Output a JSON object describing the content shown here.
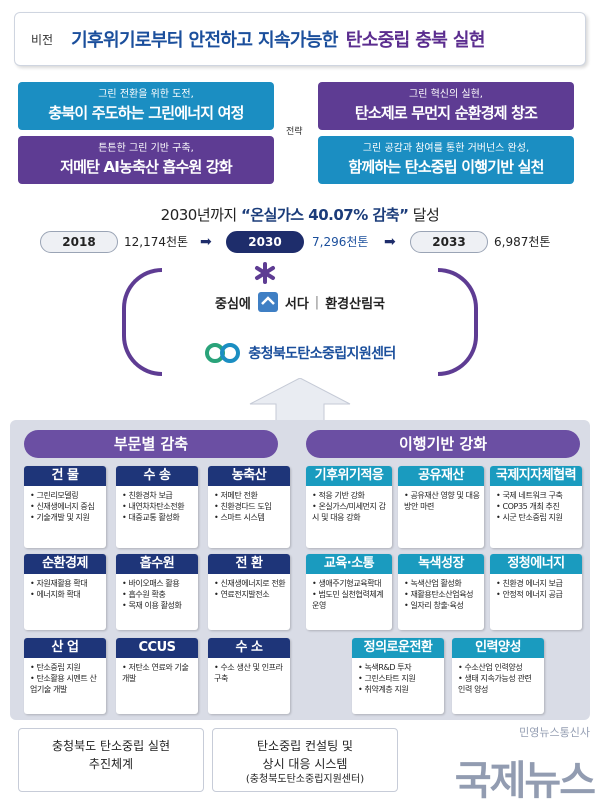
{
  "vision": {
    "tag": "비전",
    "main": "기후위기로부터 안전하고 지속가능한",
    "accent": "탄소중립 충북 실현"
  },
  "strategies": [
    {
      "sub": "그린 전환을 위한 도전,",
      "title": "충북이 주도하는 그린에너지 여정",
      "color": "#1b8ec2"
    },
    {
      "sub": "그린 혁신의 실현,",
      "title": "탄소제로 무먼지 순환경제 창조",
      "color": "#5e3c93"
    },
    {
      "sub": "튼튼한 그린 기반 구축,",
      "title": "저메탄 AI농축산 흡수원 강화",
      "color": "#5e3c93"
    },
    {
      "sub": "그린 공감과 참여를 통한 거버넌스 완성,",
      "title": "함께하는 탄소중립 이행기반 실천",
      "color": "#1b8ec2"
    }
  ],
  "strategy_label": "전략",
  "goal": {
    "pre": "2030년까지",
    "highlight": "“온실가스 40.07% 감축”",
    "post": "달성"
  },
  "timeline": [
    {
      "year": "2018",
      "value": "12,174천톤"
    },
    {
      "year": "2030",
      "value": "7,296천톤"
    },
    {
      "year": "2033",
      "value": "6,987천톤"
    }
  ],
  "org": {
    "slogan_pre": "중심에",
    "slogan_post": "서다",
    "dept": "환경산림국",
    "center": "충청북도탄소중립지원센터"
  },
  "left_section": {
    "title": "부문별 감축",
    "cards": [
      {
        "title": "건 물",
        "items": [
          "그린리모델링",
          "신재생에너지 중심",
          "기술개발 및 지원"
        ]
      },
      {
        "title": "수 송",
        "items": [
          "친환경차 보급",
          "내연차차탄소전환",
          "대중교통 활성화"
        ]
      },
      {
        "title": "농축산",
        "items": [
          "저메탄 전환",
          "친환경다드 도입",
          "스마트 시스템"
        ]
      },
      {
        "title": "순환경제",
        "items": [
          "자원재활용 확대",
          "에너지화 확대"
        ]
      },
      {
        "title": "흡수원",
        "items": [
          "바이오매스 활용",
          "흡수원 확충",
          "목재 이용 활성화"
        ]
      },
      {
        "title": "전 환",
        "items": [
          "신재생에너지로 전환",
          "연료전지발전소"
        ]
      },
      {
        "title": "산 업",
        "items": [
          "탄소중립 지원",
          "탄소활용 시멘트 산업기술 개발"
        ]
      },
      {
        "title": "CCUS",
        "items": [
          "저탄소 연료와 기술 개발"
        ]
      },
      {
        "title": "수 소",
        "items": [
          "수소 생산 및 인프라 구축"
        ]
      }
    ]
  },
  "right_section": {
    "title": "이행기반 강화",
    "cards": [
      {
        "title": "기후위기적응",
        "items": [
          "적응 기반 강화",
          "온실가스/미세먼지 감시 및 대응 강화"
        ]
      },
      {
        "title": "공유재산",
        "items": [
          "공유재산 영향 및 대응방안 마련"
        ]
      },
      {
        "title": "국제지자체협력",
        "items": [
          "국제 네트워크 구축",
          "COP35 개최 추진",
          "시군 탄소중립 지원"
        ]
      },
      {
        "title": "교육·소통",
        "items": [
          "생애주기형교육확대",
          "범도민 실천협력체계 운영"
        ]
      },
      {
        "title": "녹색성장",
        "items": [
          "녹색산업 활성화",
          "재활용탄소산업육성",
          "일자리 창출·육성"
        ]
      },
      {
        "title": "정청에너지",
        "items": [
          "친환경 에너지 보급",
          "안정적 에너지 공급"
        ]
      },
      {
        "title": "정의로운전환",
        "items": [
          "녹색R&D 투자",
          "그린스타트 지원",
          "취약계층 지원"
        ]
      },
      {
        "title": "인력양성",
        "items": [
          "수소산업 인력양성",
          "생태 지속가능성 관련 인력 양성"
        ]
      }
    ]
  },
  "bottom": [
    {
      "line1": "충청북도 탄소중립 실현",
      "line2": "추진체계",
      "line3": ""
    },
    {
      "line1": "탄소중립 컨설팅 및",
      "line2": "상시 대응 시스템",
      "line3": "(충청북도탄소중립지원센터)"
    }
  ],
  "watermark": {
    "small": "민영뉴스통신사",
    "big": "국제뉴스"
  }
}
